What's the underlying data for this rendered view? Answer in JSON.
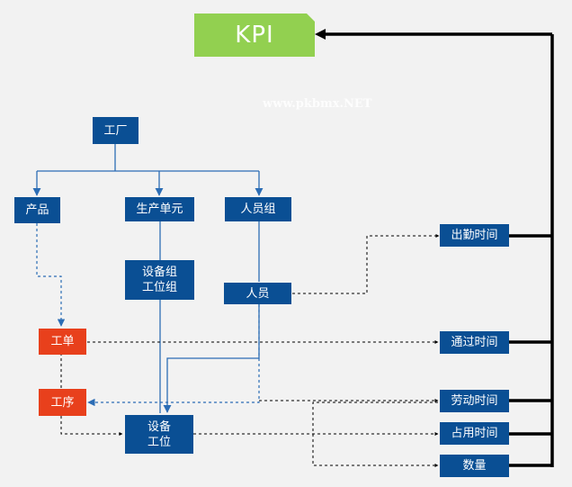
{
  "watermark": "www.pkbmx.NET",
  "nodes": {
    "kpi": "KPI",
    "factory": "工厂",
    "product": "产品",
    "production_unit": "生产单元",
    "staff_group": "人员组",
    "equipment_group_line1": "设备组",
    "equipment_group_line2": "工位组",
    "staff": "人员",
    "work_order": "工单",
    "process": "工序",
    "equipment_line1": "设备",
    "equipment_line2": "工位",
    "attendance_time": "出勤时间",
    "pass_time": "通过时间",
    "labor_time": "劳动时间",
    "occupied_time": "占用时间",
    "quantity": "数量"
  },
  "colors": {
    "blue": "#0a4f94",
    "red": "#e8401c",
    "green": "#92d050",
    "background": "#f2f2f2"
  }
}
